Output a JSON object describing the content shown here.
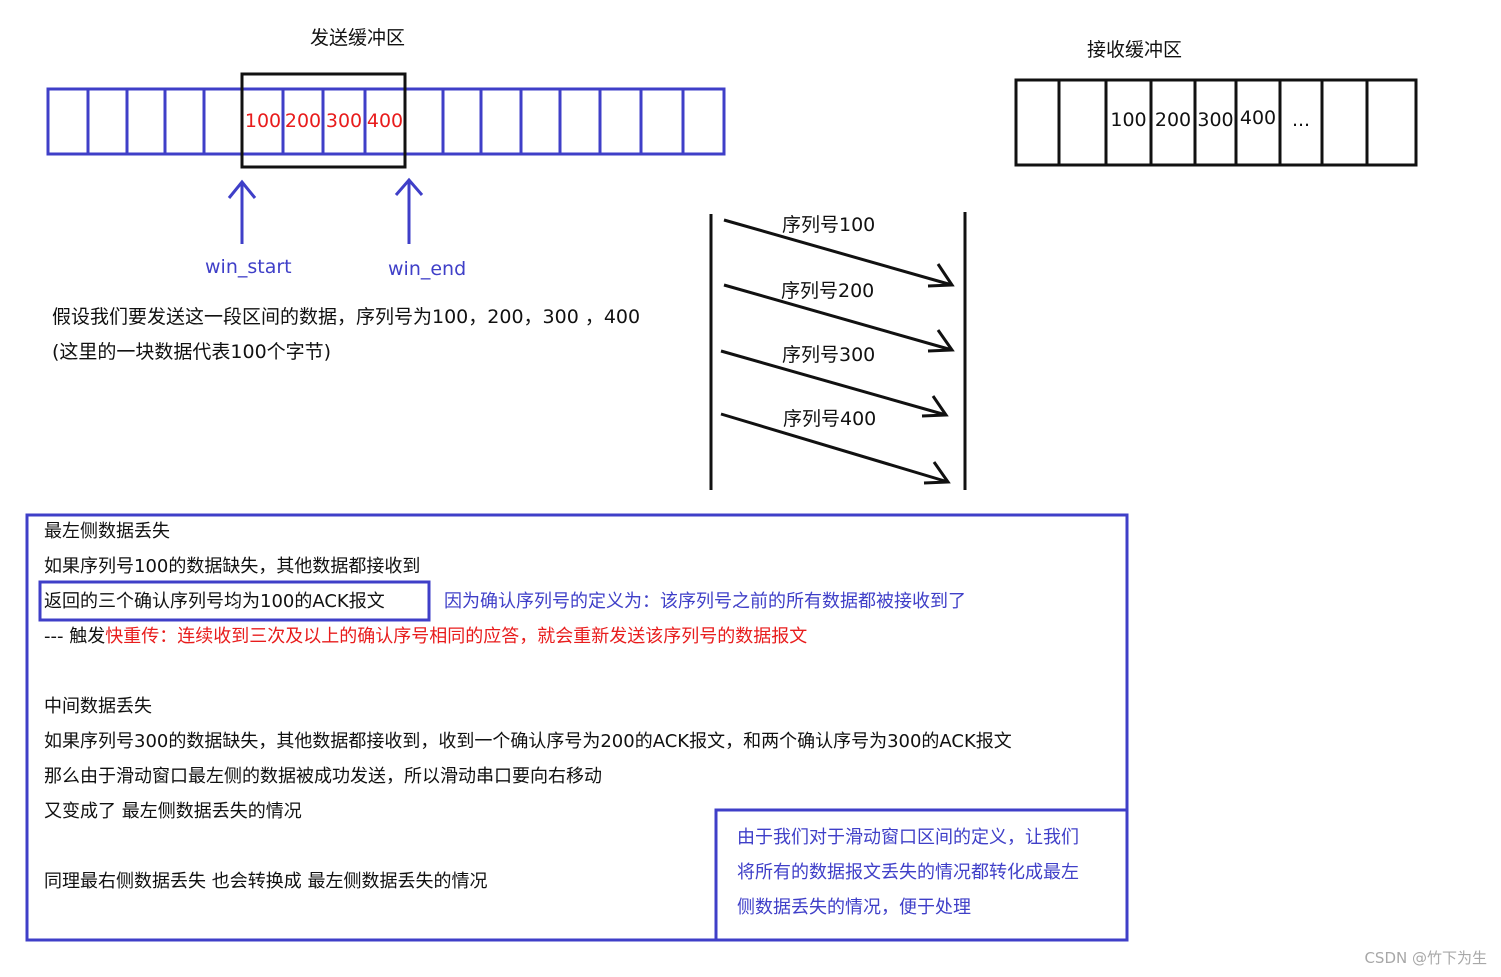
{
  "send_buffer": {
    "title": "发送缓冲区",
    "values": [
      "100",
      "200",
      "300",
      "400"
    ],
    "pointer_start": "win_start",
    "pointer_end": "win_end",
    "description_1": "假设我们要发送这一段区间的数据，序列号为100，200，300 ，400",
    "description_2": "(这里的一块数据代表100个字节)"
  },
  "recv_buffer": {
    "title": "接收缓冲区",
    "values": [
      "100",
      "200",
      "300",
      "400",
      "..."
    ]
  },
  "sequence_diagram": {
    "messages": [
      "序列号100",
      "序列号200",
      "序列号300",
      "序列号400"
    ]
  },
  "explanation": {
    "left_title": "最左侧数据丢失",
    "left_line1": "如果序列号100的数据缺失，其他数据都接收到",
    "left_line2": "返回的三个确认序列号均为100的ACK报文",
    "left_line2_reason": "因为确认序列号的定义为：该序列号之前的所有数据都被接收到了",
    "left_line3_prefix": "--- 触发",
    "left_line3_red": "快重传：连续收到三次及以上的确认序号相同的应答，就会重新发送该序列号的数据报文",
    "middle_title": "中间数据丢失",
    "middle_line1": "如果序列号300的数据缺失，其他数据都接收到，收到一个确认序号为200的ACK报文，和两个确认序号为300的ACK报文",
    "middle_line2": "那么由于滑动窗口最左侧的数据被成功发送，所以滑动串口要向右移动",
    "middle_line3": "又变成了 最左侧数据丢失的情况",
    "right_line": "同理最右侧数据丢失 也会转换成 最左侧数据丢失的情况",
    "note": [
      "由于我们对于滑动窗口区间的定义，让我们",
      "将所有的数据报文丢失的情况都转化成最左",
      "侧数据丢失的情况，便于处理"
    ]
  },
  "watermark": "CSDN @竹下为生",
  "colors": {
    "blue": "#3f3fc8",
    "red": "#e81c1c",
    "black": "#111111"
  }
}
